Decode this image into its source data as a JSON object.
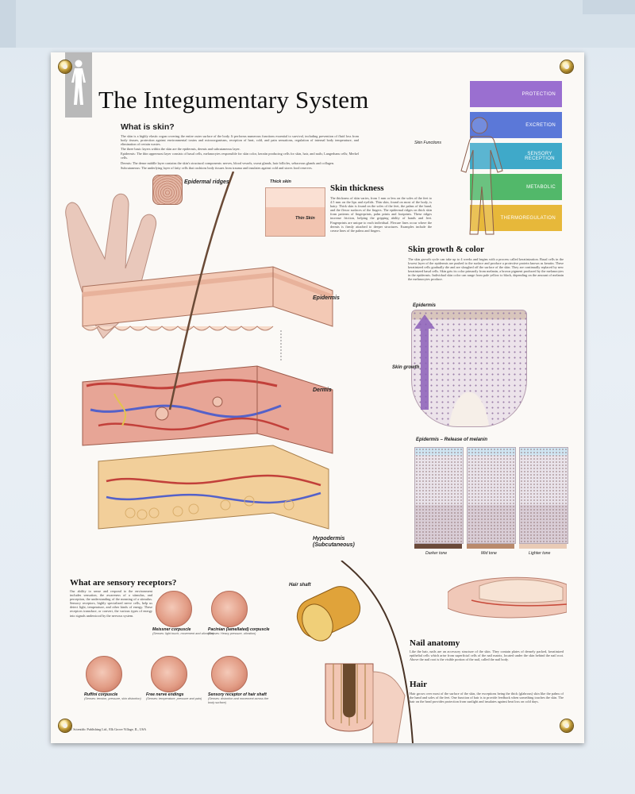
{
  "title": "The Integumentary System",
  "sections": {
    "what_is_skin": {
      "heading": "What is skin?",
      "p1": "The skin is a highly elastic organ covering the entire outer surface of the body. It performs numerous functions essential to survival, including prevention of fluid loss from body tissues, protection against environmental toxins and microorganisms, reception of heat, cold, and pain sensations, regulation of internal body temperature, and elimination of certain wastes.",
      "p2": "The three basic layers within the skin are the epidermis, dermis and subcutaneous layer.",
      "p3": "Epidermis: The thin uppermost layer consists of basal cells, melanocytes responsible for skin color, keratin producing cells for skin, hair, and nails; Langerhans cells; Merkel cells.",
      "p4": "Dermis: The dense middle layer contains the skin's structural components: nerves, blood vessels, sweat glands, hair follicles, sebaceous glands and collagen.",
      "p5": "Subcutaneous: The underlying layer of fatty cells that cushions body tissues from trauma and insulates against cold and stores food reserves."
    },
    "skin_functions": {
      "label": "Skin Functions",
      "bands": [
        "PROTECTION",
        "EXCRETION",
        "SENSORY RECEPTION",
        "METABOLIC",
        "THERMOREGULATION"
      ],
      "colors": [
        "#9a6fd0",
        "#5b78d8",
        "#3fa9c9",
        "#52b86a",
        "#e7b83a"
      ]
    },
    "skin_thickness": {
      "heading": "Skin thickness",
      "text": "The thickness of skin varies, from 1 mm or less on the soles of the feet to 4.5 mm on the lips and eyelids. Thin skin, found on most of the body, is hairy. Thick skin is found on the soles of the feet, the palms of the hand, and the flexor surfaces of the fingers. The epidermal ridges on thick skin form patterns of fingerprints, palm prints and footprints. These ridges increase friction, helping the gripping ability of hands and feet. Fingerprints are unique to each individual. Flexure lines occur where the dermis is firmly attached to deeper structures. Examples include the crease lines of the palms and fingers."
    },
    "skin_growth": {
      "heading": "Skin growth & color",
      "text": "The skin growth cycle can take up to 4 weeks and begins with a process called keratinization. Basal cells in the lowest layer of the epidermis are pushed to the surface and produce a protective protein known as keratin. These keratinized cells gradually die and are sloughed off the surface of the skin. They are continually replaced by new keratinized basal cells. Skin gets its color primarily from melanin, a brown pigment produced by the melanocytes in the epidermis. Individual skin color can range from pale yellow to black, depending on the amount of melanin the melanocytes produce."
    },
    "epidermis_melanin": {
      "heading": "Epidermis – Release of melanin",
      "tones": [
        "Darker tone",
        "Mid tone",
        "Lighter tone"
      ]
    },
    "sensory": {
      "heading": "What are sensory receptors?",
      "text": "Our ability to sense and respond to the environment includes sensation, the awareness of a stimulus, and perception, the understanding of the meaning of a stimulus. Sensory receptors, highly specialized nerve cells, help us detect light, temperature, and other kinds of energy. These receptors transduce, or convert, the various types of energy into signals understood by the nervous system.",
      "receptors": [
        {
          "name": "Meissner corpuscle",
          "desc": "(Senses: light touch, movement and vibration)"
        },
        {
          "name": "Pacinian (lamellated) corpuscle",
          "desc": "(Senses: Heavy pressure, vibration)"
        },
        {
          "name": "Ruffini corpuscle",
          "desc": "(Senses: tension, pressure, skin distortion)"
        },
        {
          "name": "Free nerve endings",
          "desc": "(Senses: temperature, pressure and pain)"
        },
        {
          "name": "Sensory receptor of hair shaft",
          "desc": "(Senses: distortion and movement across the body surface)"
        }
      ]
    },
    "nail": {
      "heading": "Nail anatomy",
      "text": "Like the hair, nails are an accessory structure of the skin. They contain plates of densely packed, keratinized epithelial cells which arise from superficial cells of the nail matrix, located under the skin behind the nail root. Above the nail root is the visible portion of the nail, called the nail body."
    },
    "hair": {
      "heading": "Hair",
      "text": "Hair grows over most of the surface of the skin, the exceptions being the thick (glabrous) skin like the palms of the hand and soles of the feet. One function of hair is to provide feedback when something touches the skin. The hair on the head provides protection from sunlight and insulates against heat loss on cold days."
    }
  },
  "figure_labels": {
    "epidermal_ridges": "Epidermal ridges",
    "thick_skin": "Thick skin",
    "thin_skin": "Thin Skin",
    "epidermis": "Epidermis",
    "dermis": "Dermis",
    "hypodermis": "Hypodermis (Subcutaneous)",
    "skin_growth": "Skin growth",
    "epidermis_growth": "Epidermis",
    "hair_shaft": "Hair shaft"
  },
  "copyright": "© Scientific Publishing Ltd., Elk Grove Village, IL, USA"
}
